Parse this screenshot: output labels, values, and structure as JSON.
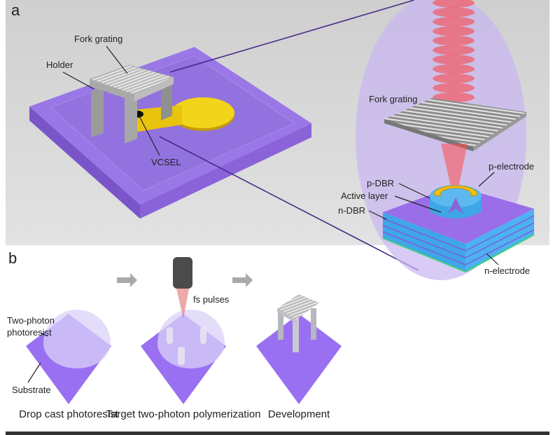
{
  "panel_a": {
    "label": "a",
    "labels": {
      "fork_grating": "Fork grating",
      "holder": "Holder",
      "vcsel": "VCSEL",
      "fork_grating_zoom": "Fork grating",
      "p_electrode": "p-electrode",
      "p_dbr": "p-DBR",
      "active_layer": "Active layer",
      "n_dbr": "n-DBR",
      "n_electrode": "n-electrode"
    }
  },
  "panel_b": {
    "label": "b",
    "labels": {
      "photoresist_line1": "Two-photon",
      "photoresist_line2": "photoresist",
      "substrate": "Substrate",
      "fs_pulses": "fs pulses"
    },
    "steps": [
      {
        "caption": "Drop cast photoresist"
      },
      {
        "caption": "Target two-photon polymerization"
      },
      {
        "caption": "Development"
      }
    ]
  },
  "colors": {
    "substrate": "#8f6ae0",
    "gold": "#f2cc10",
    "beam": "#ff3b3b",
    "halo": "#c8b6f2",
    "dbr": "#3fa6e8"
  }
}
